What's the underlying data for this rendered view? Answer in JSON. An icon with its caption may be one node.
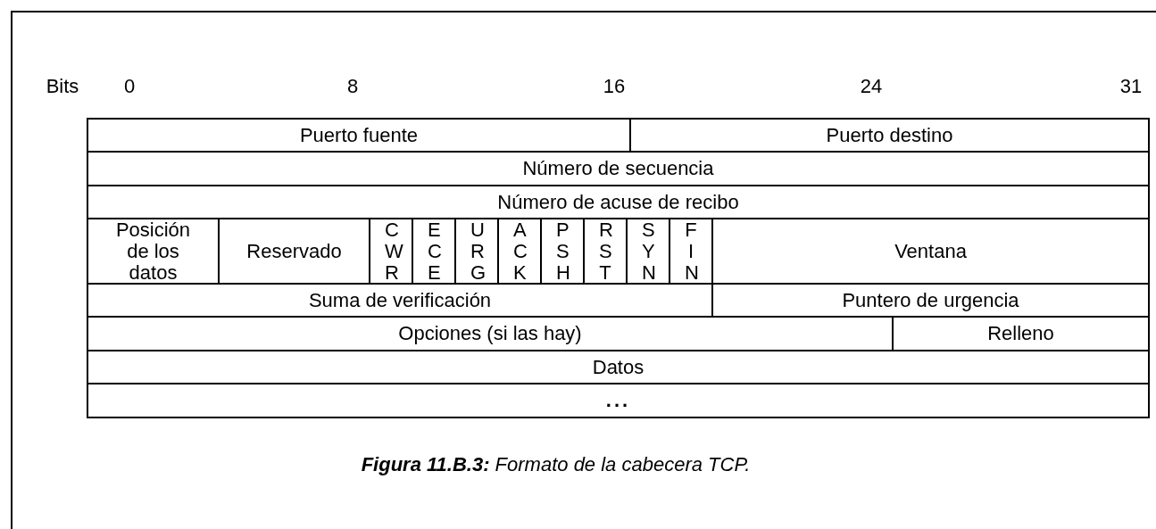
{
  "diagram": {
    "caption": "**Figura 11.B.3:** Formato de la cabecera TCP.",
    "labels": [
      "Bits",
      "0",
      "8",
      "16",
      "24",
      "31",
      "Puerto fuente",
      "Puerto destino",
      "Número de secuencia",
      "Número de acuse de recibo",
      "Posición de los datos",
      "Reservado",
      "C W R",
      "E C E",
      "U R G",
      "A C K",
      "P S H",
      "R S T",
      "S Y N",
      "F I N",
      "Ventana",
      "Suma de verificación",
      "Puntero de urgencia",
      "Opciones (si las hay)",
      "Relleno",
      "Datos",
      "..."
    ]
  }
}
